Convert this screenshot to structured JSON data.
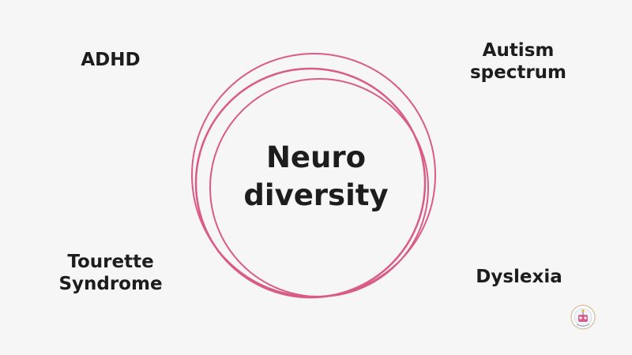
{
  "center": {
    "line1": "Neuro",
    "line2": "diversity"
  },
  "labels": {
    "adhd": "ADHD",
    "autism_line1": "Autism",
    "autism_line2": "spectrum",
    "tourette_line1": "Tourette",
    "tourette_line2": "Syndrome",
    "dyslexia": "Dyslexia"
  },
  "colors": {
    "ring": "#d95b87",
    "background": "#f6f6f6",
    "text": "#1d1d1d"
  },
  "logo": {
    "icon": "badge-logo-icon"
  }
}
